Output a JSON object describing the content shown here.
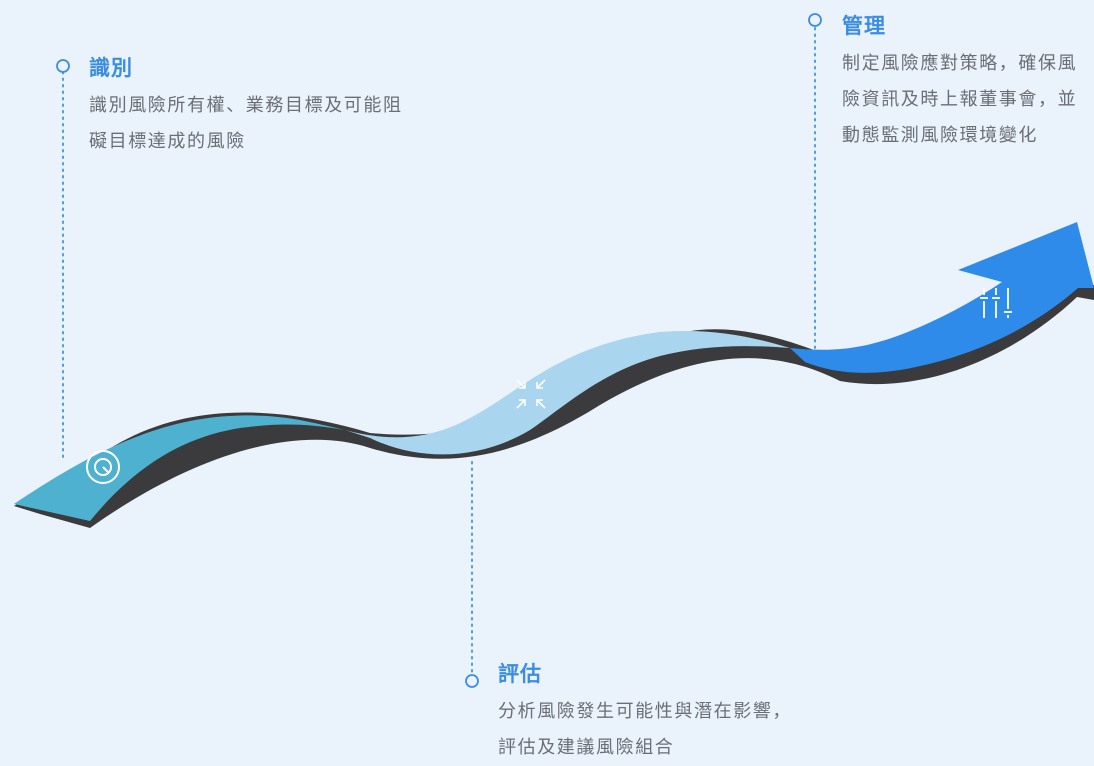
{
  "steps": [
    {
      "key": "identify",
      "title": "識別",
      "description": "識別風險所有權、業務目標及可能阻礙目標達成的風險",
      "icon": "target-icon"
    },
    {
      "key": "assess",
      "title": "評估",
      "description": "分析風險發生可能性與潛在影響，評估及建議風險組合",
      "icon": "compress-arrows-icon"
    },
    {
      "key": "manage",
      "title": "管理",
      "description": "制定風險應對策略，確保風險資訊及時上報董事會，並動態監測風險環境變化",
      "icon": "sliders-icon"
    }
  ],
  "colors": {
    "background": "#eaf2fc",
    "title": "#3a8de0",
    "text": "#6b6f75",
    "ribbon_identify": "#4fb1d0",
    "ribbon_assess": "#a9d5ee",
    "ribbon_manage": "#2f8bea",
    "ribbon_shadow": "#3b3b3d",
    "connector": "#4a9ee6"
  }
}
